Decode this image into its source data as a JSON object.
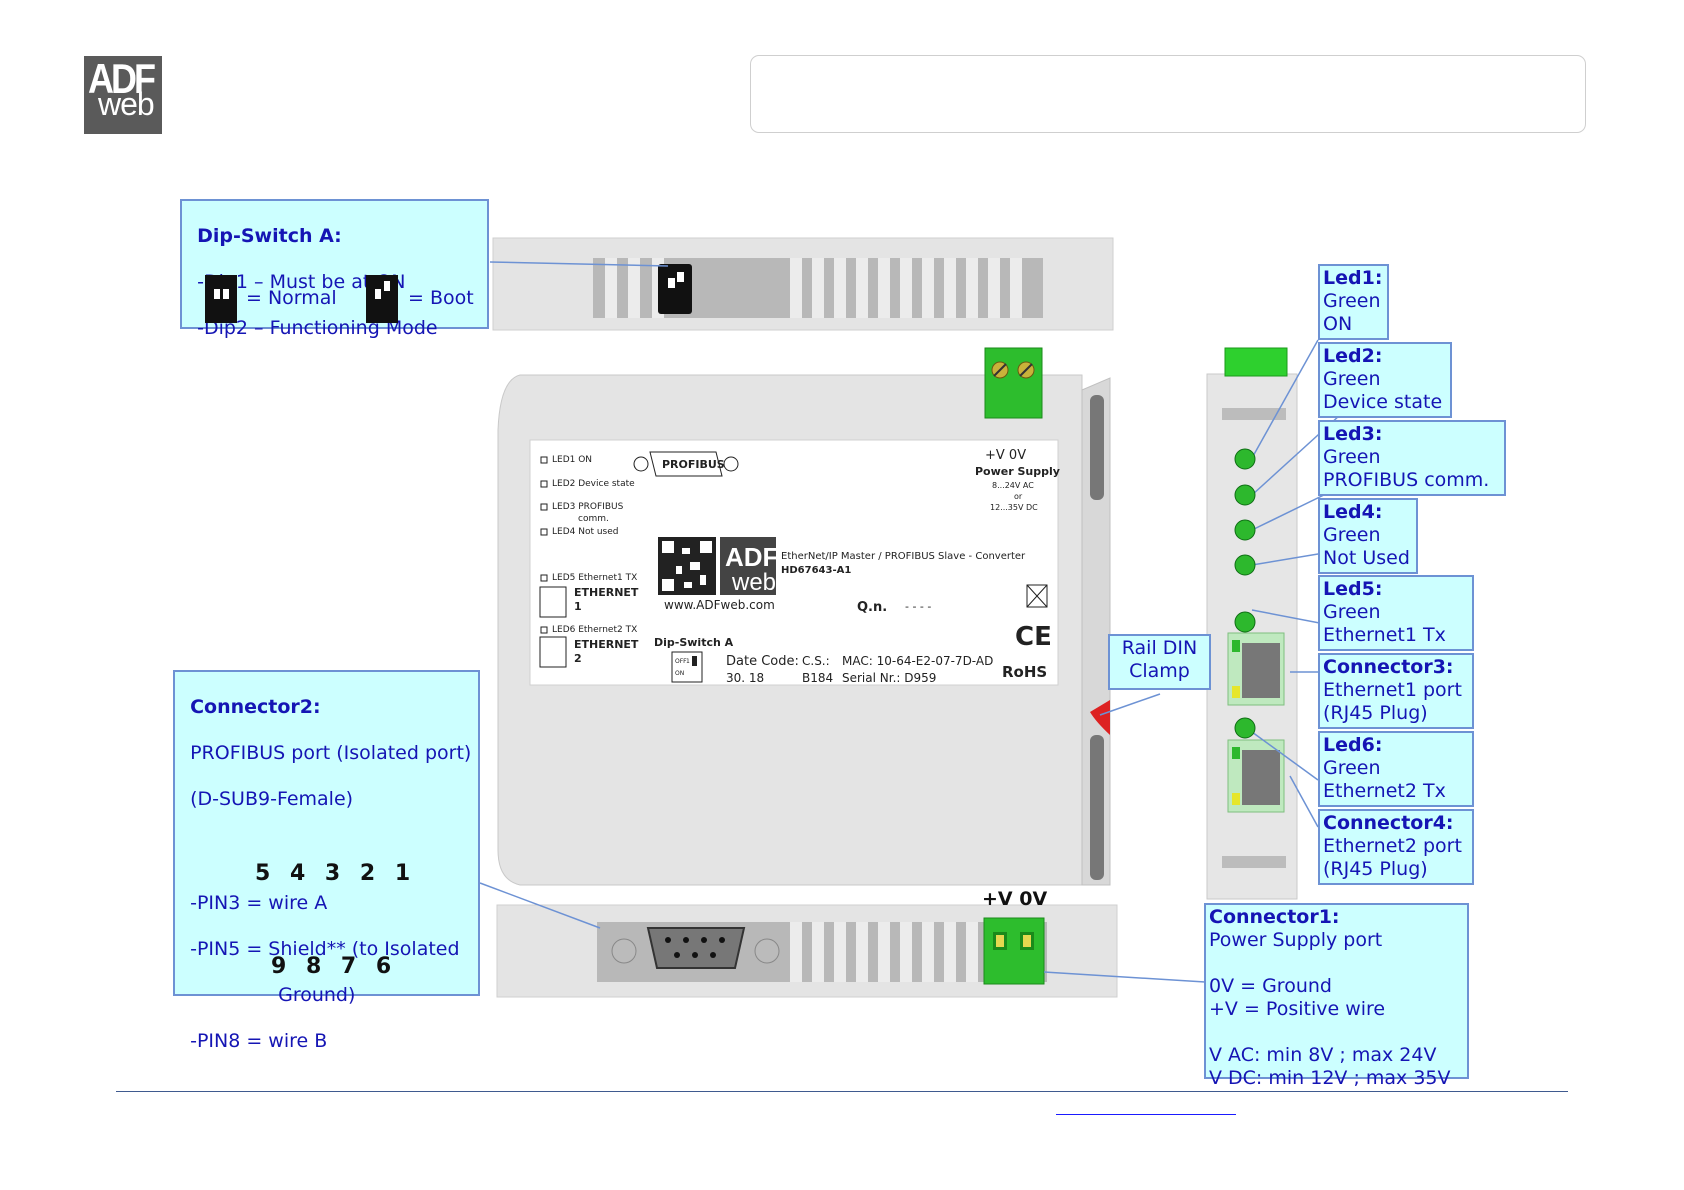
{
  "logo": {
    "line1": "ADF",
    "line2": "web"
  },
  "dip_switch_callout": {
    "title": "Dip-Switch A:",
    "line1": "-Dip1 – Must be at ON",
    "line2": "-Dip2 – Functioning Mode",
    "normal_label": "= Normal",
    "boot_label": "= Boot"
  },
  "leds": [
    {
      "title": "Led1:",
      "color": "Green",
      "desc": "ON"
    },
    {
      "title": "Led2:",
      "color": "Green",
      "desc": "Device state"
    },
    {
      "title": "Led3:",
      "color": "Green",
      "desc": "PROFIBUS comm."
    },
    {
      "title": "Led4:",
      "color": "Green",
      "desc": "Not Used"
    },
    {
      "title": "Led5:",
      "color": "Green",
      "desc": "Ethernet1 Tx"
    },
    {
      "title": "Led6:",
      "color": "Green",
      "desc": "Ethernet2 Tx"
    }
  ],
  "connector3": {
    "title": "Connector3:",
    "line1": "Ethernet1 port",
    "line2": "(RJ45 Plug)"
  },
  "connector4": {
    "title": "Connector4:",
    "line1": "Ethernet2 port",
    "line2": "(RJ45 Plug)"
  },
  "connector1": {
    "title": "Connector1:",
    "line1": "Power Supply port",
    "line2": "0V = Ground",
    "line3": "+V = Positive wire",
    "line4": "V AC: min 8V ; max 24V",
    "line5": "V DC: min 12V ; max 35V"
  },
  "connector2": {
    "title": "Connector2:",
    "line1": "PROFIBUS port (Isolated port)",
    "line2": "(D-SUB9-Female)",
    "pin3": "-PIN3 = wire A",
    "pin5a": "-PIN5 = Shield** (to Isolated",
    "pin5b": "Ground)",
    "pin8": "-PIN8 = wire B",
    "pins_top": "5 4 3 2 1",
    "pins_bottom": "9 8 7 6"
  },
  "rail_callout": {
    "line1": "Rail DIN",
    "line2": "Clamp"
  },
  "power_terminal_label": "+V 0V",
  "device_label": {
    "led1": "LED1 ON",
    "led2": "LED2 Device state",
    "led3": "LED3 PROFIBUS",
    "led3b": "comm.",
    "led4": "LED4 Not used",
    "led5": "LED5 Ethernet1 TX",
    "eth1": "ETHERNET",
    "eth1n": "1",
    "led6": "LED6 Ethernet2 TX",
    "eth2": "ETHERNET",
    "eth2n": "2",
    "profibus": "PROFIBUS",
    "pv": "+V  0V",
    "power_supply": "Power Supply",
    "ps1": "8...24V AC",
    "ps2": "or",
    "ps3": "12...35V DC",
    "product": "EtherNet/IP Master / PROFIBUS Slave - Converter",
    "code": "HD67643-A1",
    "website": "www.ADFweb.com",
    "qn": "Q.n.",
    "qn_val": "- - - -",
    "dip": "Dip-Switch A",
    "date_code_label": "Date Code:",
    "date_code": "30. 18",
    "cs_label": "C.S.:",
    "cs": "B184",
    "mac": "MAC: 10-64-E2-07-7D-AD",
    "serial": "Serial Nr.: D959",
    "rohs": "RoHS",
    "ce": "CE",
    "dip_off": "OFF",
    "dip_on": "ON",
    "dip_12": "1 2"
  }
}
